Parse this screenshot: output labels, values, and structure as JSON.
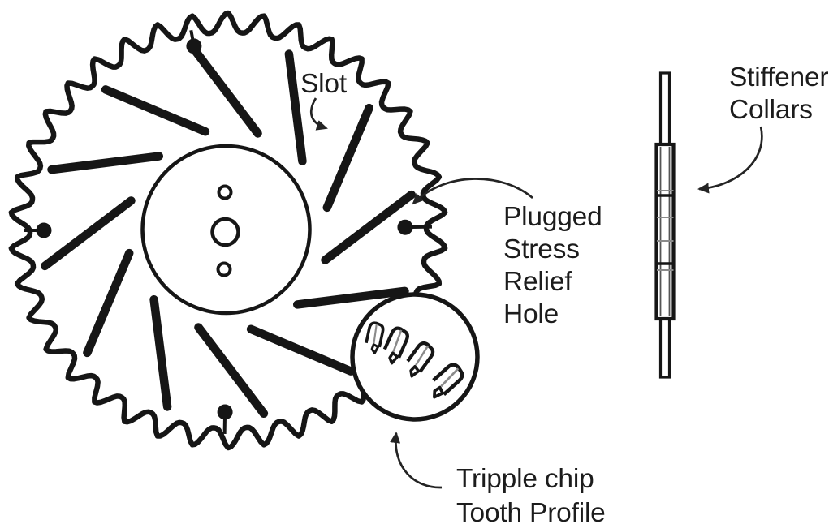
{
  "figure_title": "Circular saw blade features diagram",
  "colors": {
    "ink": "#161616",
    "shade": "#8a8a8a",
    "arrow": "#242424",
    "text": "#1c1c1c",
    "background": "#ffffff"
  },
  "labels": {
    "slot": "Slot",
    "plugged_stress_relief_hole": "Plugged\nStress\nRelief\nHole",
    "tripple_chip_tooth_profile": "Tripple chip\nTooth Profile",
    "stiffener_collars": "Stiffener\nCollars"
  },
  "diagram": {
    "parts": [
      {
        "name": "saw-blade-front-view",
        "slots": 12,
        "plugged_stress_relief_holes": 4,
        "pin_holes": 2,
        "arbor_holes": 1
      },
      {
        "name": "tooth-profile-detail-circle",
        "teeth_shown": 4
      },
      {
        "name": "blade-side-view-with-stiffener-collars",
        "collars": 1
      }
    ]
  }
}
